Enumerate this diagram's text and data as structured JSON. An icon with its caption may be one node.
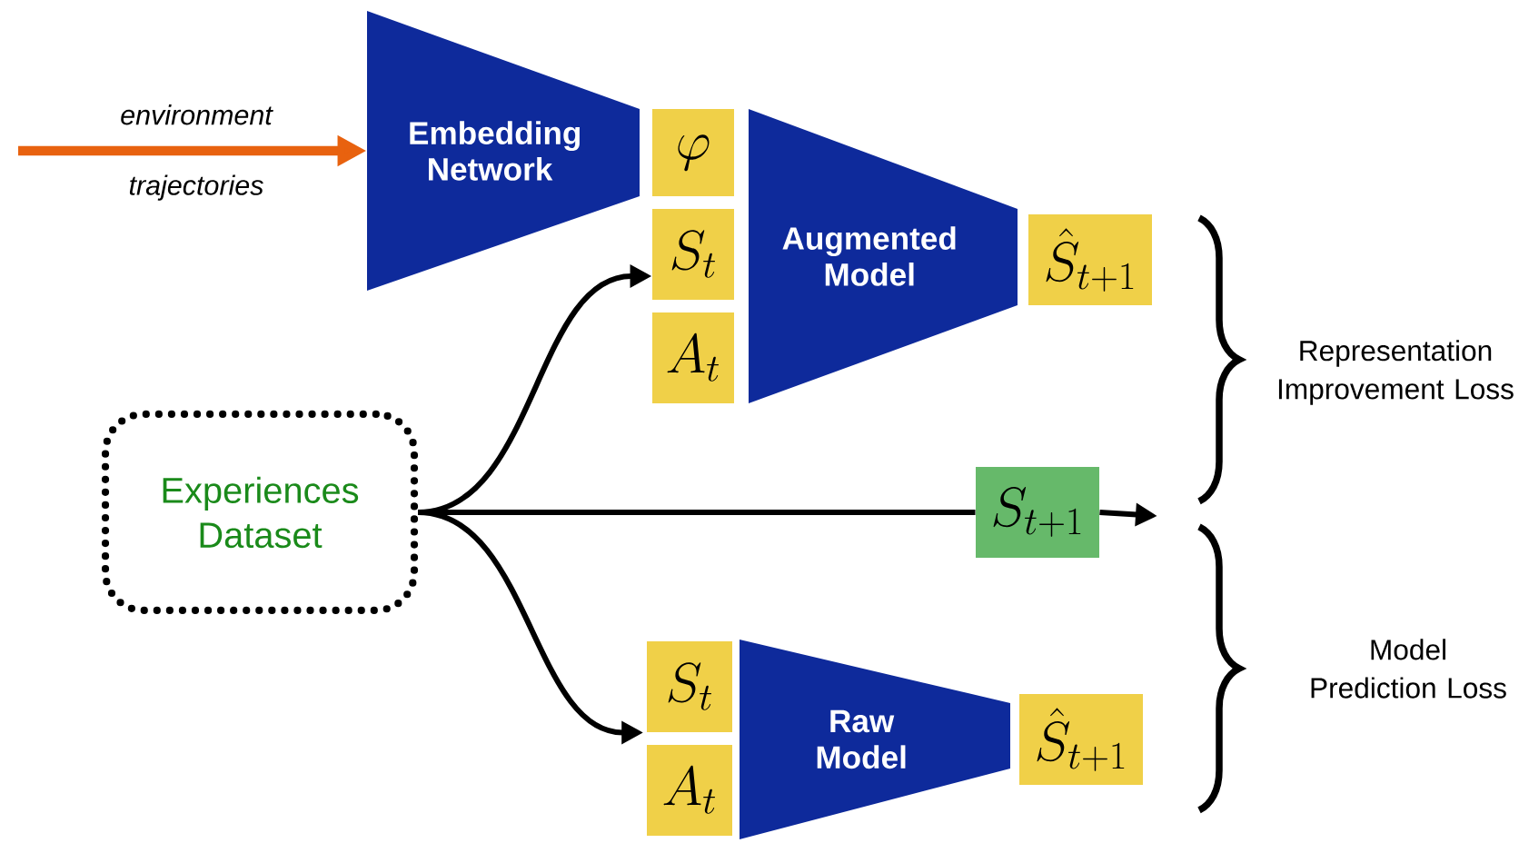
{
  "diagram": {
    "nodes": [
      {
        "text": [
          "Embedding Network"
        ]
      },
      {
        "text": [
          "\\varphi"
        ]
      },
      {
        "text": [
          "S_t"
        ]
      },
      {
        "text": [
          "A_t"
        ]
      },
      {
        "text": [
          "Augmented Model"
        ]
      },
      {
        "text": [
          "\\hat{S}_{t+1}"
        ]
      },
      {
        "text": [
          "Experiences Dataset"
        ]
      },
      {
        "text": [
          "S_{t+1}"
        ]
      },
      {
        "text": [
          "S_t"
        ]
      },
      {
        "text": [
          "A_t"
        ]
      },
      {
        "text": [
          "Raw Model"
        ]
      },
      {
        "text": [
          "\\hat{S}_{t+1}"
        ]
      }
    ],
    "edges": [
      {
        "from": null,
        "to": 0,
        "arrow": "to",
        "label": "environment trajectories",
        "color": "#e8620f"
      },
      {
        "from": 6,
        "to": 2,
        "arrow": "to"
      },
      {
        "from": 6,
        "to": 7,
        "arrow": "none"
      },
      {
        "from": 7,
        "to": null,
        "arrow": "to"
      },
      {
        "from": 6,
        "to": 8,
        "arrow": "to"
      }
    ],
    "labels": [
      "Representation Improvement Loss",
      "Model Prediction Loss"
    ]
  }
}
